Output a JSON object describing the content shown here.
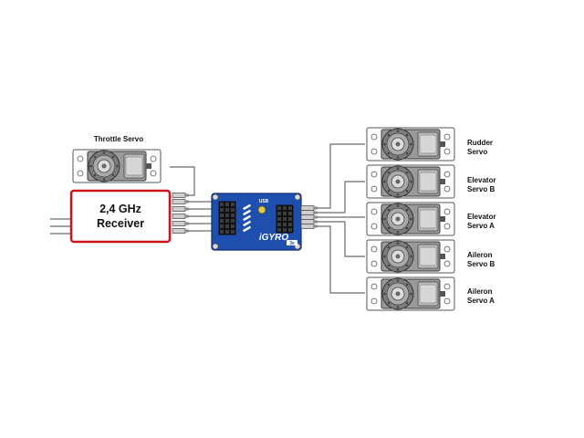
{
  "colors": {
    "receiver_border": "#d0121b",
    "gyro_blue": "#1f4fae",
    "wire": "#6a6a6a",
    "servo_gray": "#8a8a8a"
  },
  "receiver": {
    "line1": "2,4 GHz",
    "line2": "Receiver"
  },
  "throttle": {
    "label": "Throttle Servo"
  },
  "gyro": {
    "brand": "iGYRO",
    "model": "3e",
    "usb": "USB"
  },
  "servos": [
    {
      "id": "rudder",
      "line1": "Rudder",
      "line2": "Servo"
    },
    {
      "id": "elevator-b",
      "line1": "Elevator",
      "line2": "Servo B"
    },
    {
      "id": "elevator-a",
      "line1": "Elevator",
      "line2": "Servo A"
    },
    {
      "id": "aileron-b",
      "line1": "Aileron",
      "line2": "Servo B"
    },
    {
      "id": "aileron-a",
      "line1": "Aileron",
      "line2": "Servo A"
    }
  ]
}
